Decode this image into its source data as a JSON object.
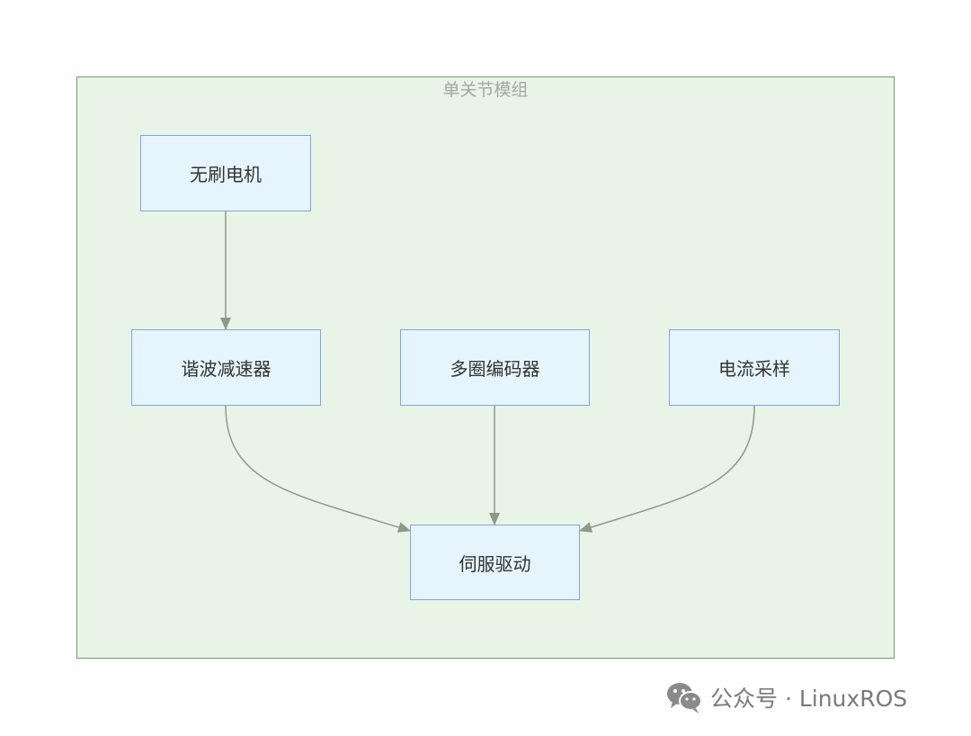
{
  "group": {
    "title": "单关节模组"
  },
  "nodes": {
    "motor": "无刷电机",
    "reducer": "谐波减速器",
    "encoder": "多圈编码器",
    "current": "电流采样",
    "servo": "伺服驱动"
  },
  "edges": [
    {
      "from": "motor",
      "to": "reducer"
    },
    {
      "from": "reducer",
      "to": "servo"
    },
    {
      "from": "encoder",
      "to": "servo"
    },
    {
      "from": "current",
      "to": "servo"
    }
  ],
  "colors": {
    "group_fill": "#e8f5e6",
    "group_border": "#6aa364",
    "node_fill": "#e6f4fd",
    "node_border": "#7aa6e8",
    "edge": "#8c9a8a"
  },
  "watermark": {
    "icon": "wechat-icon",
    "text": "公众号 · LinuxROS"
  }
}
